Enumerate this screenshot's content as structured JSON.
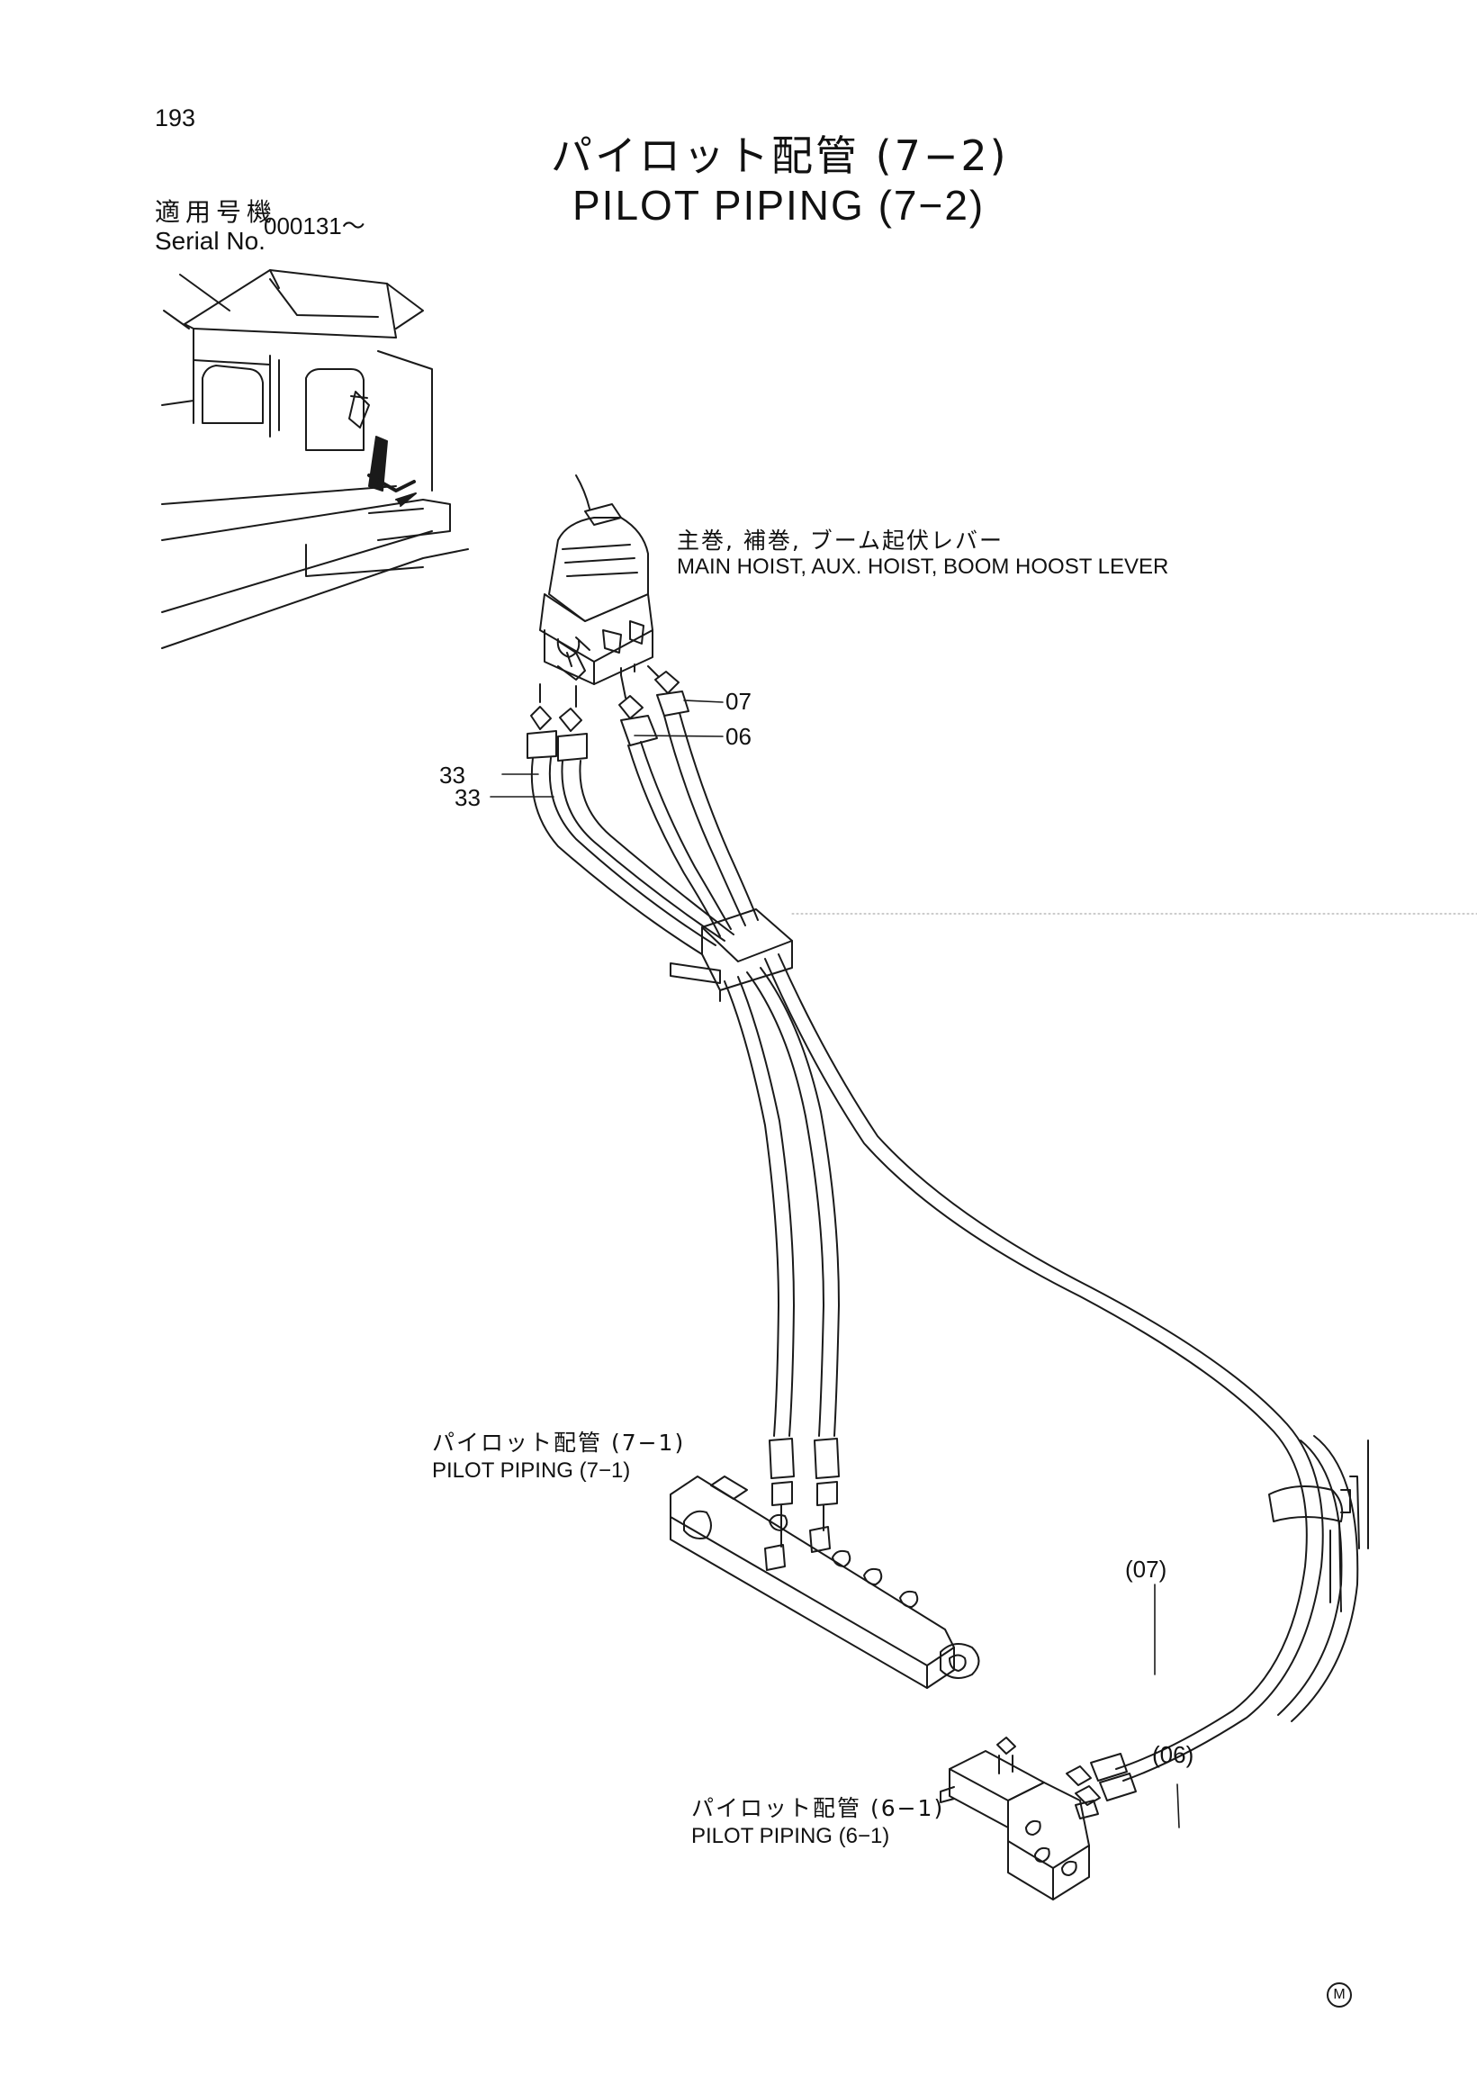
{
  "page": {
    "number": "193",
    "mark": "M"
  },
  "title": {
    "japanese": "パイロット配管 (7−2)",
    "english": "PILOT PIPING (7−2)"
  },
  "serial": {
    "label_japanese": "適用号機",
    "label_english": "Serial No.",
    "value": "000131～"
  },
  "labels": {
    "lever_japanese": "主巻, 補巻, ブーム起伏レバー",
    "lever_english": "MAIN HOIST, AUX. HOIST, BOOM HOOST LEVER",
    "piping71_japanese": "パイロット配管 (7−1)",
    "piping71_english": "PILOT PIPING (7−1)",
    "piping61_japanese": "パイロット配管 (6−1)",
    "piping61_english": "PILOT PIPING (6−1)"
  },
  "callouts": {
    "part_07": "07",
    "part_06": "06",
    "part_33_a": "33",
    "part_33_b": "33",
    "ref_07": "(07)",
    "ref_06": "(06)"
  }
}
